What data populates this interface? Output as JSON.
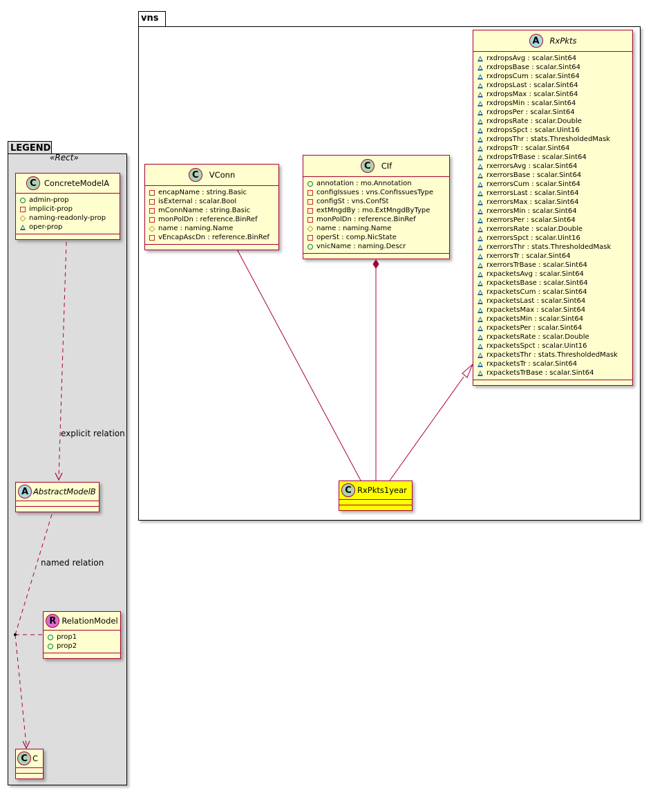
{
  "diagram": {
    "legend": {
      "package_label": "LEGEND",
      "stereotype": "«Rect»",
      "concrete_model": {
        "name": "ConcreteModelA",
        "type": "class",
        "attributes": [
          {
            "visibility": "public",
            "text": "admin-prop"
          },
          {
            "visibility": "private",
            "text": "implicit-prop"
          },
          {
            "visibility": "protected",
            "text": "naming-readonly-prop"
          },
          {
            "visibility": "package",
            "text": "oper-prop"
          }
        ]
      },
      "abstract_model": {
        "name": "AbstractModelB",
        "type": "abstract"
      },
      "relation_model": {
        "name": "RelationModel",
        "type": "relation",
        "attributes": [
          {
            "visibility": "public",
            "text": "prop1"
          },
          {
            "visibility": "public",
            "text": "prop2"
          }
        ]
      },
      "c_model": {
        "name": "C",
        "type": "class"
      },
      "edge_labels": {
        "explicit": "explicit relation",
        "named": "named relation"
      }
    },
    "vns": {
      "package_label": "vns",
      "vconn": {
        "name": "VConn",
        "type": "class",
        "attributes": [
          {
            "visibility": "private",
            "text": "encapName : string.Basic"
          },
          {
            "visibility": "private",
            "text": "isExternal : scalar.Bool"
          },
          {
            "visibility": "private",
            "text": "mConnName : string.Basic"
          },
          {
            "visibility": "private",
            "text": "monPolDn : reference.BinRef"
          },
          {
            "visibility": "protected",
            "text": "name : naming.Name"
          },
          {
            "visibility": "private",
            "text": "vEncapAscDn : reference.BinRef"
          }
        ]
      },
      "cif": {
        "name": "CIf",
        "type": "class",
        "attributes": [
          {
            "visibility": "public",
            "text": "annotation : mo.Annotation"
          },
          {
            "visibility": "private",
            "text": "configIssues : vns.ConfIssuesType"
          },
          {
            "visibility": "private",
            "text": "configSt : vns.ConfSt"
          },
          {
            "visibility": "private",
            "text": "extMngdBy : mo.ExtMngdByType"
          },
          {
            "visibility": "private",
            "text": "monPolDn : reference.BinRef"
          },
          {
            "visibility": "protected",
            "text": "name : naming.Name"
          },
          {
            "visibility": "private",
            "text": "operSt : comp.NicState"
          },
          {
            "visibility": "public",
            "text": "vnicName : naming.Descr"
          }
        ]
      },
      "rxpkts": {
        "name": "RxPkts",
        "type": "abstract",
        "attributes": [
          {
            "visibility": "package",
            "text": "rxdropsAvg : scalar.Sint64"
          },
          {
            "visibility": "package",
            "text": "rxdropsBase : scalar.Sint64"
          },
          {
            "visibility": "package",
            "text": "rxdropsCum : scalar.Sint64"
          },
          {
            "visibility": "package",
            "text": "rxdropsLast : scalar.Sint64"
          },
          {
            "visibility": "package",
            "text": "rxdropsMax : scalar.Sint64"
          },
          {
            "visibility": "package",
            "text": "rxdropsMin : scalar.Sint64"
          },
          {
            "visibility": "package",
            "text": "rxdropsPer : scalar.Sint64"
          },
          {
            "visibility": "package",
            "text": "rxdropsRate : scalar.Double"
          },
          {
            "visibility": "package",
            "text": "rxdropsSpct : scalar.Uint16"
          },
          {
            "visibility": "package",
            "text": "rxdropsThr : stats.ThresholdedMask"
          },
          {
            "visibility": "package",
            "text": "rxdropsTr : scalar.Sint64"
          },
          {
            "visibility": "package",
            "text": "rxdropsTrBase : scalar.Sint64"
          },
          {
            "visibility": "package",
            "text": "rxerrorsAvg : scalar.Sint64"
          },
          {
            "visibility": "package",
            "text": "rxerrorsBase : scalar.Sint64"
          },
          {
            "visibility": "package",
            "text": "rxerrorsCum : scalar.Sint64"
          },
          {
            "visibility": "package",
            "text": "rxerrorsLast : scalar.Sint64"
          },
          {
            "visibility": "package",
            "text": "rxerrorsMax : scalar.Sint64"
          },
          {
            "visibility": "package",
            "text": "rxerrorsMin : scalar.Sint64"
          },
          {
            "visibility": "package",
            "text": "rxerrorsPer : scalar.Sint64"
          },
          {
            "visibility": "package",
            "text": "rxerrorsRate : scalar.Double"
          },
          {
            "visibility": "package",
            "text": "rxerrorsSpct : scalar.Uint16"
          },
          {
            "visibility": "package",
            "text": "rxerrorsThr : stats.ThresholdedMask"
          },
          {
            "visibility": "package",
            "text": "rxerrorsTr : scalar.Sint64"
          },
          {
            "visibility": "package",
            "text": "rxerrorsTrBase : scalar.Sint64"
          },
          {
            "visibility": "package",
            "text": "rxpacketsAvg : scalar.Sint64"
          },
          {
            "visibility": "package",
            "text": "rxpacketsBase : scalar.Sint64"
          },
          {
            "visibility": "package",
            "text": "rxpacketsCum : scalar.Sint64"
          },
          {
            "visibility": "package",
            "text": "rxpacketsLast : scalar.Sint64"
          },
          {
            "visibility": "package",
            "text": "rxpacketsMax : scalar.Sint64"
          },
          {
            "visibility": "package",
            "text": "rxpacketsMin : scalar.Sint64"
          },
          {
            "visibility": "package",
            "text": "rxpacketsPer : scalar.Sint64"
          },
          {
            "visibility": "package",
            "text": "rxpacketsRate : scalar.Double"
          },
          {
            "visibility": "package",
            "text": "rxpacketsSpct : scalar.Uint16"
          },
          {
            "visibility": "package",
            "text": "rxpacketsThr : stats.ThresholdedMask"
          },
          {
            "visibility": "package",
            "text": "rxpacketsTr : scalar.Sint64"
          },
          {
            "visibility": "package",
            "text": "rxpacketsTrBase : scalar.Sint64"
          }
        ]
      },
      "rxpkts1year": {
        "name": "RxPkts1year",
        "type": "class",
        "highlight": "#FFFF00"
      }
    },
    "colors": {
      "class_fill": "#FEFECE",
      "border": "#A80036",
      "legend_bg": "#DDDDDD",
      "highlight": "#FFFF00"
    }
  }
}
